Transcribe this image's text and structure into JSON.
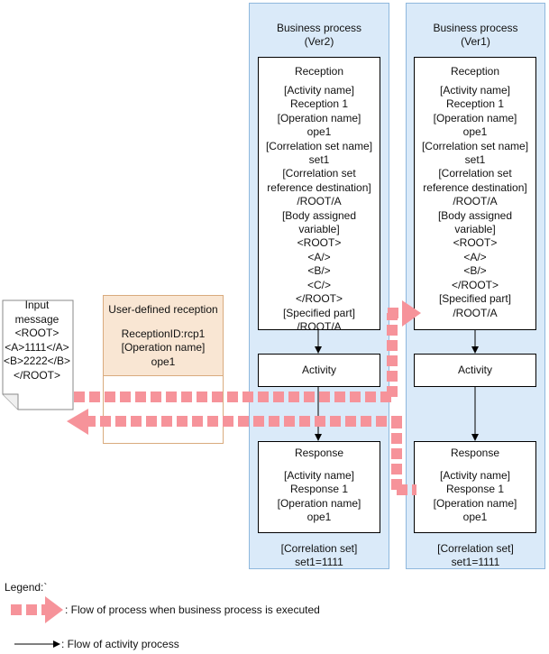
{
  "lanes": [
    {
      "title_lines": [
        "Business process",
        "(Ver2)"
      ],
      "reception": {
        "title": "Reception",
        "lines": [
          "[Activity name]",
          "Reception 1",
          "[Operation name]",
          "ope1",
          "[Correlation set name]",
          "set1",
          "[Correlation set",
          "reference destination]",
          "/ROOT/A",
          "[Body assigned",
          "variable]",
          "<ROOT>",
          "<A/>",
          "<B/>",
          "<C/>",
          "</ROOT>",
          "[Specified part]",
          "/ROOT/A"
        ]
      },
      "activity": "Activity",
      "response": {
        "title": "Response",
        "lines": [
          "[Activity name]",
          "Response 1",
          "[Operation name]",
          "ope1"
        ]
      },
      "footer_lines": [
        "[Correlation set]",
        "set1=1111"
      ]
    },
    {
      "title_lines": [
        "Business process",
        "(Ver1)"
      ],
      "reception": {
        "title": "Reception",
        "lines": [
          "[Activity name]",
          "Reception 1",
          "[Operation name]",
          "ope1",
          "[Correlation set name]",
          "set1",
          "[Correlation set",
          "reference destination]",
          "/ROOT/A",
          "[Body assigned",
          "variable]",
          "<ROOT>",
          "<A/>",
          "<B/>",
          "</ROOT>",
          "[Specified part]",
          "/ROOT/A"
        ]
      },
      "activity": "Activity",
      "response": {
        "title": "Response",
        "lines": [
          "[Activity name]",
          "Response 1",
          "[Operation name]",
          "ope1"
        ]
      },
      "footer_lines": [
        "[Correlation set]",
        "set1=1111"
      ]
    }
  ],
  "input_message": {
    "lines": [
      "Input",
      "message",
      "<ROOT>",
      "<A>1111</A>",
      "<B>2222</B>",
      "</ROOT>"
    ]
  },
  "user_defined_reception": {
    "title": "User-defined reception",
    "lines": [
      "ReceptionID:rcp1",
      "[Operation name]",
      "ope1"
    ]
  },
  "legend": {
    "title": "Legend:`",
    "process_flow": ": Flow of process when business process is executed",
    "activity_flow": ": Flow of activity process"
  },
  "colors": {
    "lane_fill": "#daeaf9",
    "lane_border": "#8fb8dd",
    "udr_fill": "#f9e6d3",
    "udr_border": "#d9ab7e",
    "process_flow": "#f6939a"
  }
}
